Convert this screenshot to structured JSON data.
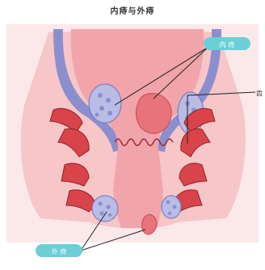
{
  "title": "内痔与外痔",
  "labels": {
    "top_right_tag": "内 痔",
    "bottom_left_tag": "外 痔",
    "right_pointer_text": "齿"
  },
  "colors": {
    "background": "#fbe9ea",
    "tissue": "#f2b5b8",
    "canal": "#f6a8ad",
    "muscle": "#d9444a",
    "muscle_dark": "#b52f36",
    "lining_blue": "#8c8fce",
    "venous_plexus": "#b9bde6",
    "tag": "#6ccfd6"
  }
}
